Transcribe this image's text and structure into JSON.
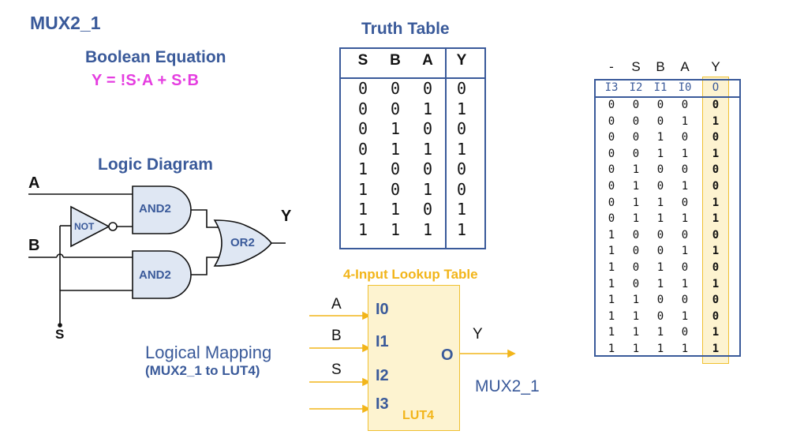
{
  "titles": {
    "main": "MUX2_1",
    "equation_title": "Boolean Equation",
    "equation": "Y =  !S·A + S·B",
    "logic_diagram": "Logic Diagram",
    "truth_table": "Truth Table",
    "mapping_title": "Logical Mapping",
    "mapping_sub": "(MUX2_1 to LUT4)",
    "mux_label": "MUX2_1"
  },
  "truth_table": {
    "headers": [
      "S",
      "B",
      "A",
      "Y"
    ],
    "rows": [
      [
        "0",
        "0",
        "0",
        "0"
      ],
      [
        "0",
        "0",
        "1",
        "1"
      ],
      [
        "0",
        "1",
        "0",
        "0"
      ],
      [
        "0",
        "1",
        "1",
        "1"
      ],
      [
        "1",
        "0",
        "0",
        "0"
      ],
      [
        "1",
        "0",
        "1",
        "0"
      ],
      [
        "1",
        "1",
        "0",
        "1"
      ],
      [
        "1",
        "1",
        "1",
        "1"
      ]
    ]
  },
  "lut_table": {
    "top_headers": [
      "-",
      "S",
      "B",
      "A",
      "Y"
    ],
    "headers": [
      "I3",
      "I2",
      "I1",
      "I0",
      "O"
    ],
    "rows": [
      [
        "0",
        "0",
        "0",
        "0",
        "0"
      ],
      [
        "0",
        "0",
        "0",
        "1",
        "1"
      ],
      [
        "0",
        "0",
        "1",
        "0",
        "0"
      ],
      [
        "0",
        "0",
        "1",
        "1",
        "1"
      ],
      [
        "0",
        "1",
        "0",
        "0",
        "0"
      ],
      [
        "0",
        "1",
        "0",
        "1",
        "0"
      ],
      [
        "0",
        "1",
        "1",
        "0",
        "1"
      ],
      [
        "0",
        "1",
        "1",
        "1",
        "1"
      ],
      [
        "1",
        "0",
        "0",
        "0",
        "0"
      ],
      [
        "1",
        "0",
        "0",
        "1",
        "1"
      ],
      [
        "1",
        "0",
        "1",
        "0",
        "0"
      ],
      [
        "1",
        "0",
        "1",
        "1",
        "1"
      ],
      [
        "1",
        "1",
        "0",
        "0",
        "0"
      ],
      [
        "1",
        "1",
        "0",
        "1",
        "0"
      ],
      [
        "1",
        "1",
        "1",
        "0",
        "1"
      ],
      [
        "1",
        "1",
        "1",
        "1",
        "1"
      ]
    ]
  },
  "logic": {
    "input_a": "A",
    "input_b": "B",
    "input_s": "S",
    "output_y": "Y",
    "gate_not": "NOT",
    "gate_and1": "AND2",
    "gate_and2": "AND2",
    "gate_or": "OR2"
  },
  "lut_block": {
    "title": "4-Input Lookup Table",
    "name": "LUT4",
    "ports": [
      "I0",
      "I1",
      "I2",
      "I3"
    ],
    "output_port": "O",
    "inputs": [
      "A",
      "B",
      "S"
    ],
    "output": "Y"
  },
  "colors": {
    "title_blue": "#3a5a9a",
    "equation_pink": "#e53ee0",
    "lut_orange": "#f2b51a",
    "lut_fill": "#fdf3d0"
  }
}
